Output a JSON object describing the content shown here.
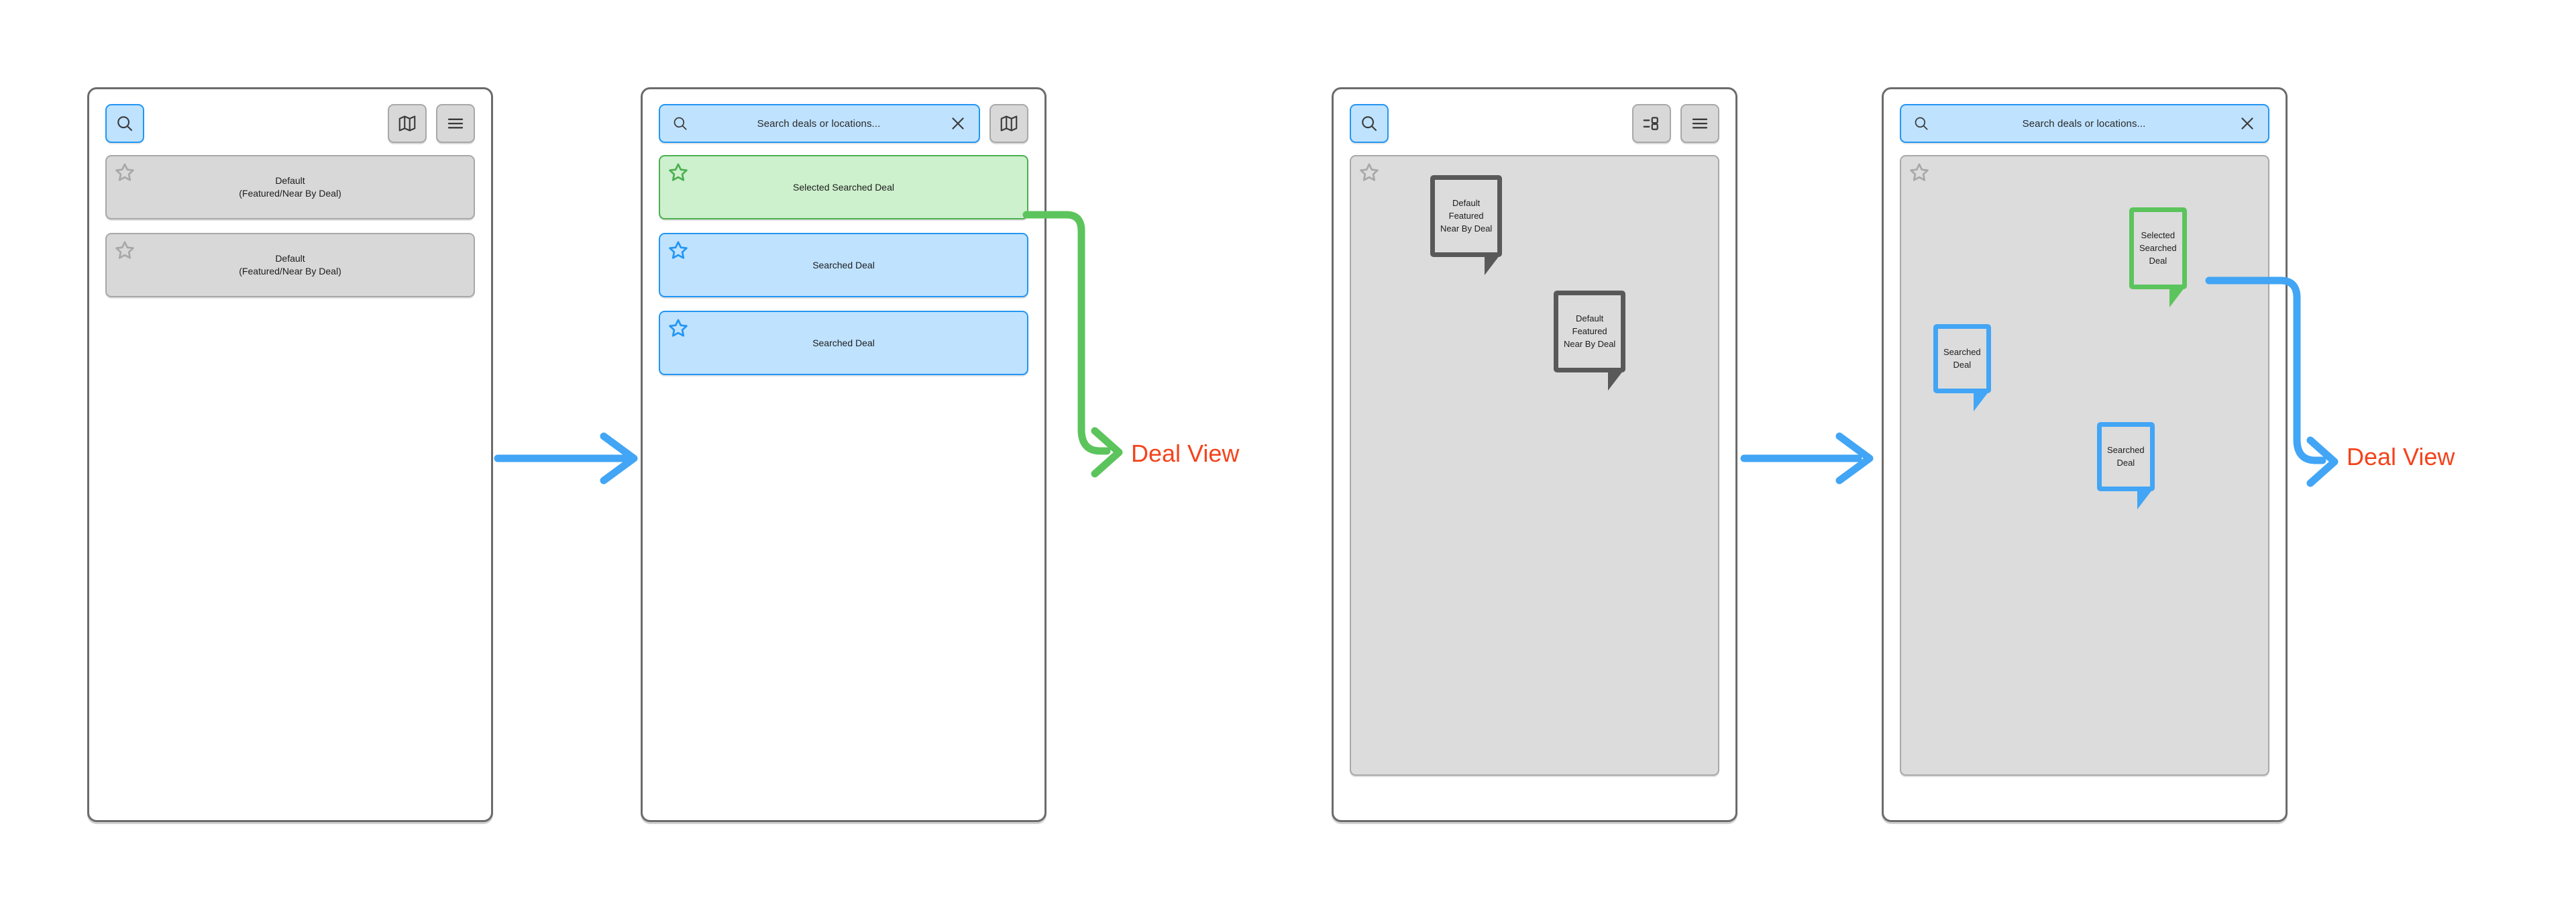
{
  "meta": {
    "accent_blue": "#2196f3",
    "accent_green": "#4CAF50",
    "annotation_red": "#f4431c",
    "grey_fill": "#d8d8d8",
    "grey_border": "#a8a8a8",
    "frame_border": "#6b6b6b"
  },
  "screens": [
    {
      "id": "list-default",
      "toolbar": {
        "search_icon": "search-icon",
        "map_icon": "map-icon",
        "menu_icon": "hamburger-menu-icon"
      },
      "cards": [
        {
          "star": "star-outline-icon",
          "label": "Default\n(Featured/Near By Deal)",
          "variant": "grey"
        },
        {
          "star": "star-outline-icon",
          "label": "Default\n(Featured/Near By Deal)",
          "variant": "grey"
        }
      ]
    },
    {
      "id": "list-searched",
      "search": {
        "search_icon": "search-icon",
        "placeholder": "Search deals or locations...",
        "value": "Search deals or locations...",
        "clear_icon": "close-x-icon",
        "map_icon": "map-icon"
      },
      "cards": [
        {
          "star": "star-outline-icon",
          "label": "Selected Searched Deal",
          "variant": "green"
        },
        {
          "star": "star-outline-icon",
          "label": "Searched Deal",
          "variant": "blue"
        },
        {
          "star": "star-outline-icon",
          "label": "Searched Deal",
          "variant": "blue"
        }
      ]
    },
    {
      "id": "map-default",
      "toolbar": {
        "search_icon": "search-icon",
        "list_icon": "list-layout-icon",
        "menu_icon": "hamburger-menu-icon"
      },
      "map": {
        "star": "star-outline-icon",
        "markers": [
          {
            "label": "Default\nFeatured\nNear By Deal",
            "variant": "dark"
          },
          {
            "label": "Default\nFeatured\nNear By Deal",
            "variant": "dark"
          }
        ]
      }
    },
    {
      "id": "map-searched",
      "search": {
        "search_icon": "search-icon",
        "placeholder": "Search deals or locations...",
        "value": "Search deals or locations...",
        "clear_icon": "close-x-icon"
      },
      "map": {
        "star": "star-outline-icon",
        "markers": [
          {
            "label": "Selected\nSearched\nDeal",
            "variant": "green"
          },
          {
            "label": "Searched\nDeal",
            "variant": "blue"
          },
          {
            "label": "Searched\nDeal",
            "variant": "blue"
          }
        ]
      }
    }
  ],
  "annotations": {
    "deal_view_left": "Deal View",
    "deal_view_right": "Deal View",
    "flow_arrow_1": "arrow-right-icon",
    "flow_arrow_2": "arrow-right-icon"
  }
}
